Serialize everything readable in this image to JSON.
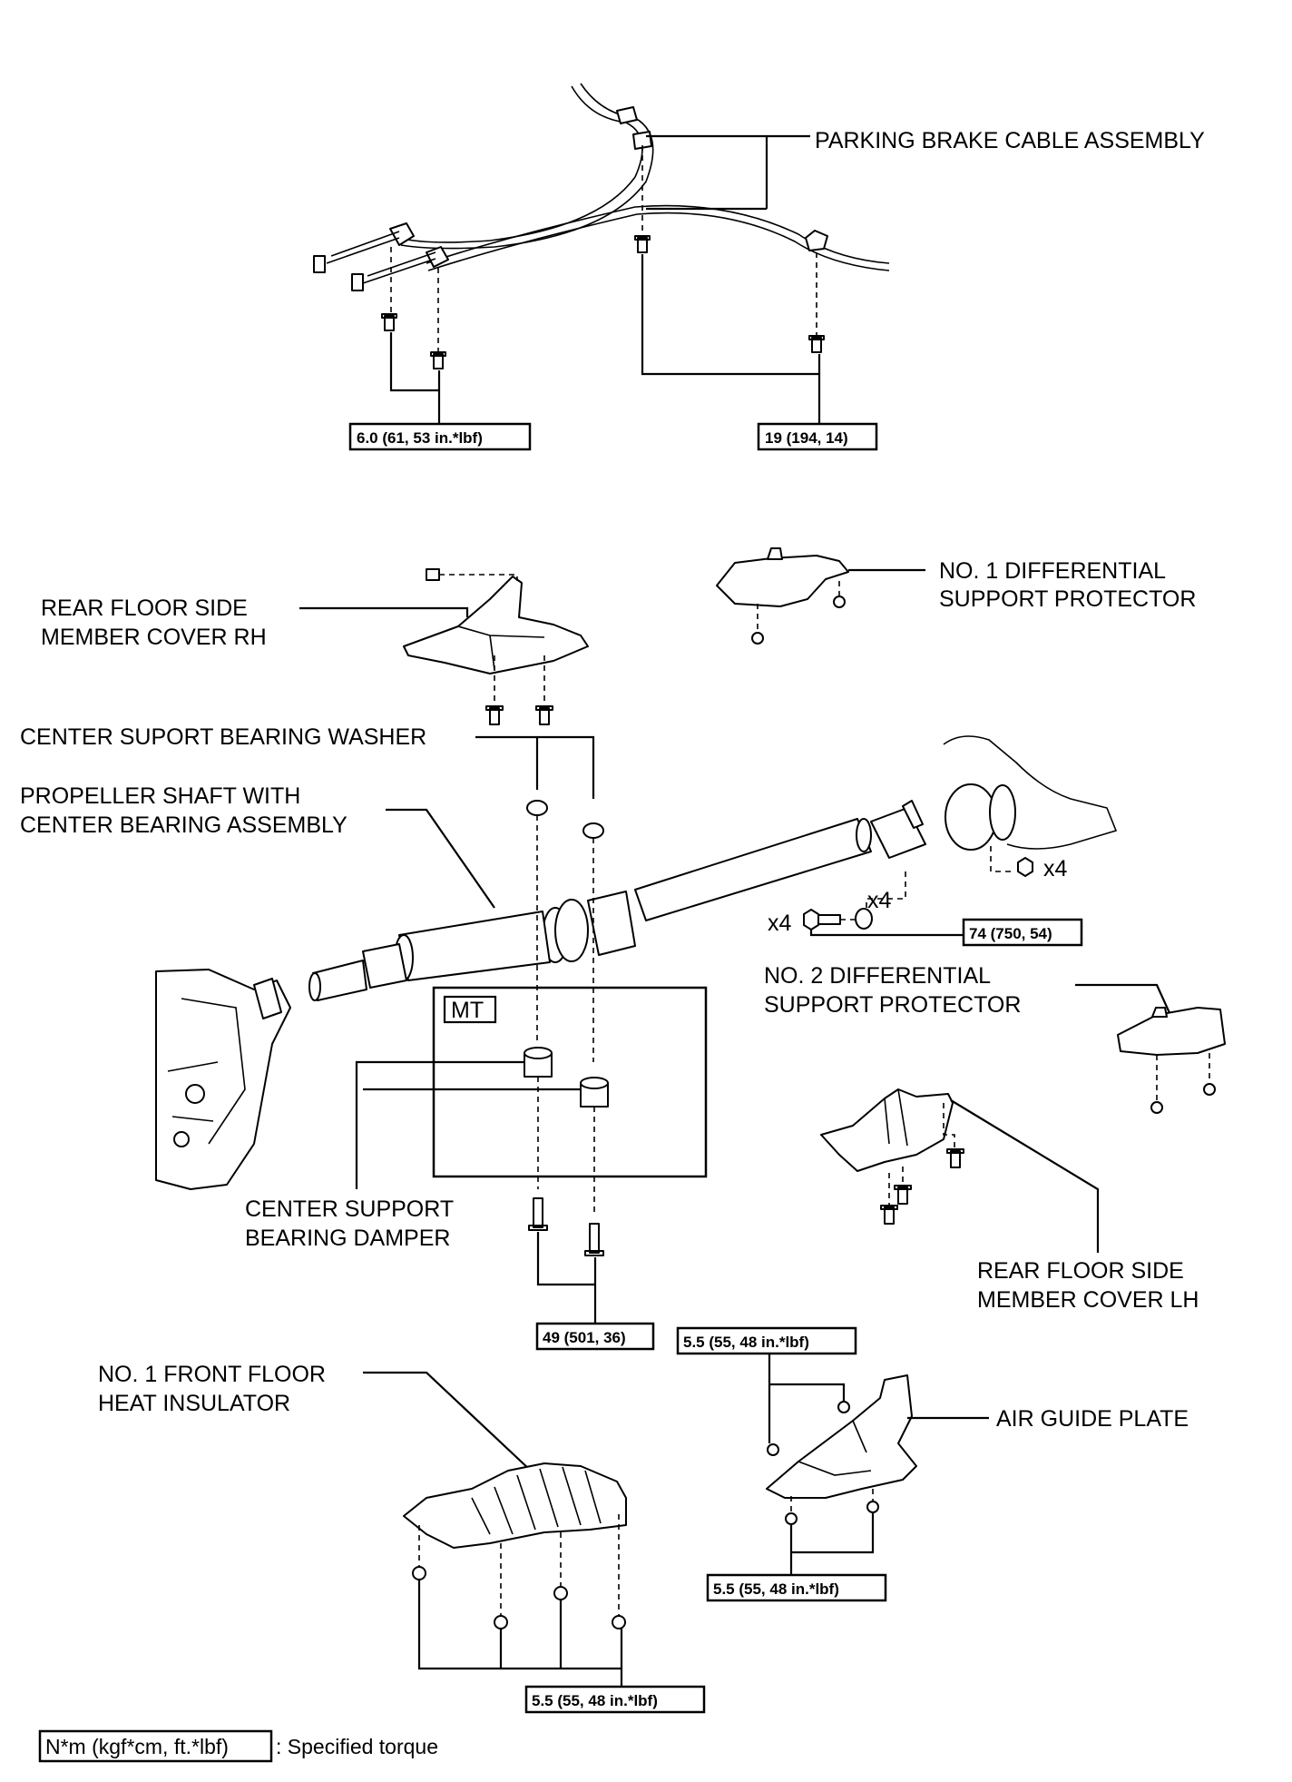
{
  "labels": {
    "parking_brake_cable": "PARKING BRAKE CABLE ASSEMBLY",
    "rear_floor_cover_rh_1": "REAR FLOOR SIDE",
    "rear_floor_cover_rh_2": "MEMBER COVER RH",
    "diff_protector_1_1": "NO. 1 DIFFERENTIAL",
    "diff_protector_1_2": "SUPPORT PROTECTOR",
    "center_washer": "CENTER SUPORT BEARING WASHER",
    "propeller_1": "PROPELLER SHAFT WITH",
    "propeller_2": "CENTER BEARING ASSEMBLY",
    "x4_nut": "x4",
    "x4_washer": "x4",
    "x4_bolt": "x4",
    "diff_protector_2_1": "NO. 2 DIFFERENTIAL",
    "diff_protector_2_2": "SUPPORT PROTECTOR",
    "mt": "MT",
    "damper_1": "CENTER SUPPORT",
    "damper_2": "BEARING DAMPER",
    "rear_floor_cover_lh_1": "REAR FLOOR SIDE",
    "rear_floor_cover_lh_2": "MEMBER COVER LH",
    "heat_insulator_1": "NO. 1 FRONT FLOOR",
    "heat_insulator_2": "HEAT INSULATOR",
    "air_guide_plate": "AIR GUIDE PLATE"
  },
  "torques": {
    "cable_left": "6.0 (61, 53 in.*lbf)",
    "cable_right": "19 (194, 14)",
    "flange_bolt": "74 (750, 54)",
    "center_bearing": "49 (501, 36)",
    "air_guide_top": "5.5 (55, 48 in.*lbf)",
    "air_guide_bottom": "5.5 (55, 48 in.*lbf)",
    "insulator": "5.5 (55, 48 in.*lbf)"
  },
  "legend": {
    "box_text": "N*m (kgf*cm, ft.*lbf)",
    "suffix": ": Specified torque"
  }
}
